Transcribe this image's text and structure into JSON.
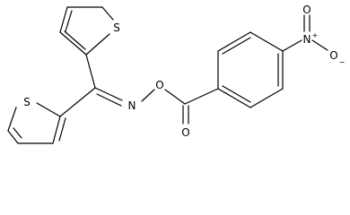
{
  "atoms": {
    "s_top": "S",
    "s_left": "S",
    "n_imine": "N",
    "o_ester": "O",
    "o_carbonyl": "O",
    "n_nitro": "N",
    "n_nitro_charge": "+",
    "o_nitro_top": "O",
    "o_nitro_right": "O",
    "o_nitro_right_charge": "−"
  },
  "colors": {
    "ink": "#000000",
    "background": "#ffffff"
  }
}
